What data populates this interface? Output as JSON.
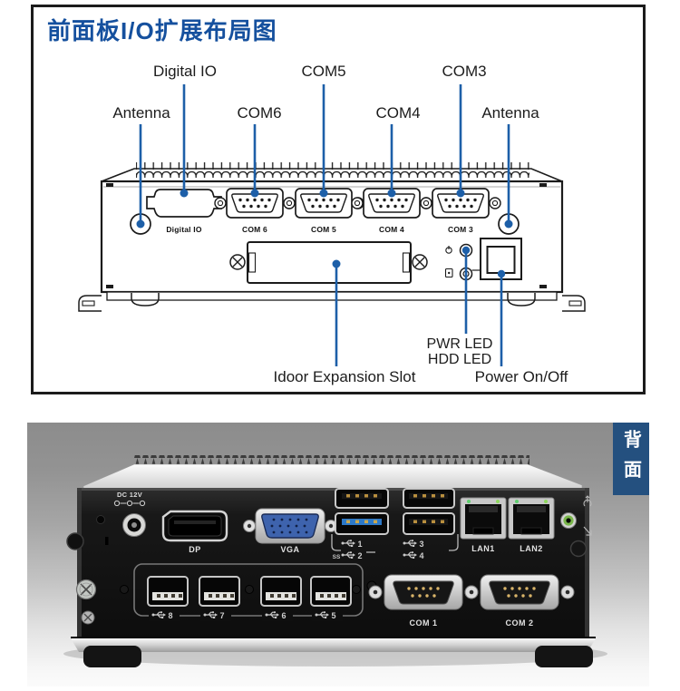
{
  "colors": {
    "title_blue": "#15509e",
    "leader_blue": "#1d5fa8",
    "tab_blue": "#24507f"
  },
  "diagram": {
    "title": "前面板I/O扩展布局图",
    "callouts": {
      "antenna_left": "Antenna",
      "digital_io": "Digital IO",
      "com6": "COM6",
      "com5": "COM5",
      "com4": "COM4",
      "com3": "COM3",
      "antenna_right": "Antenna",
      "pwr_led": "PWR LED",
      "hdd_led": "HDD LED",
      "expansion_slot": "Idoor Expansion Slot",
      "power_onoff": "Power On/Off"
    },
    "panel_labels": {
      "digital_io": "Digital IO",
      "com6": "COM 6",
      "com5": "COM 5",
      "com4": "COM 4",
      "com3": "COM 3"
    }
  },
  "photo": {
    "side_tab": "背面",
    "labels": {
      "dc": "DC 12V",
      "dp": "DP",
      "vga": "VGA",
      "lan1": "LAN1",
      "lan2": "LAN2",
      "com1": "COM 1",
      "com2": "COM 2",
      "ss": "SS",
      "usb1": "1",
      "usb2": "2",
      "usb3": "3",
      "usb4": "4",
      "usb5": "5",
      "usb6": "6",
      "usb7": "7",
      "usb8": "8"
    }
  }
}
